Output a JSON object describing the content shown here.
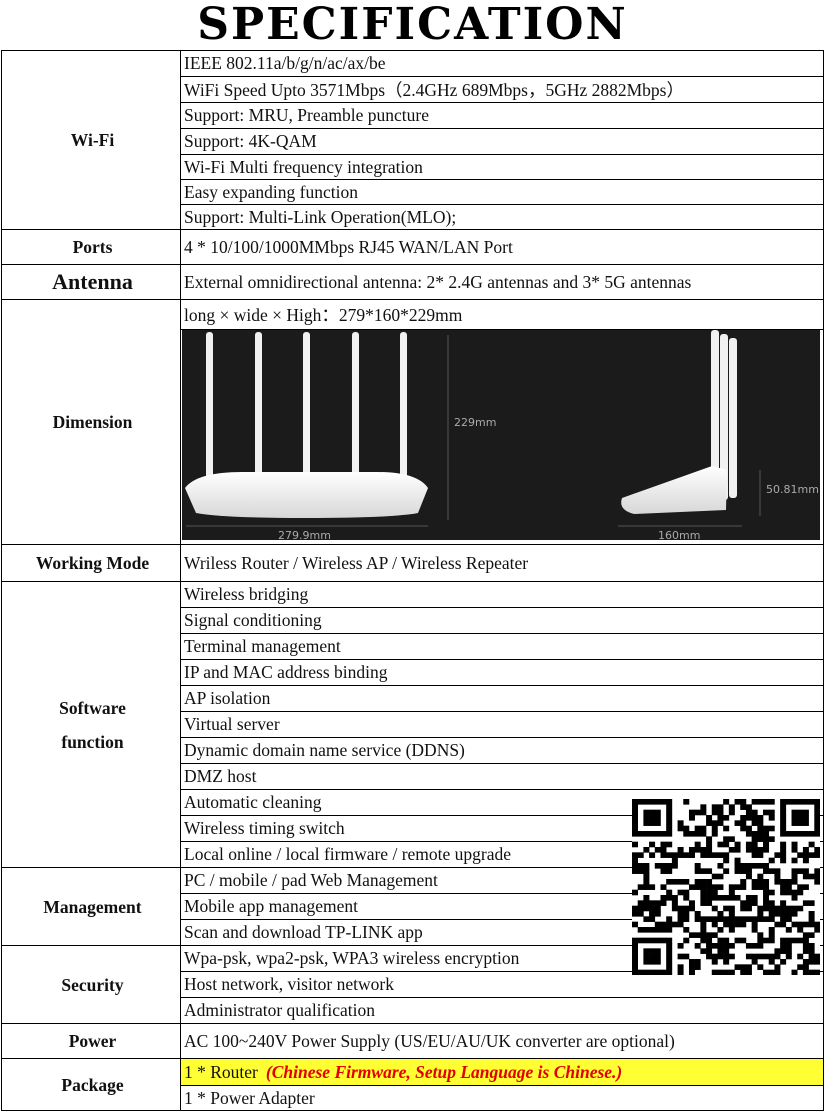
{
  "title": "SPECIFICATION",
  "wifi": {
    "label": "Wi-Fi",
    "items": [
      "IEEE 802.11a/b/g/n/ac/ax/be",
      "WiFi Speed Upto 3571Mbps（2.4GHz 689Mbps，5GHz 2882Mbps）",
      "Support: MRU, Preamble puncture",
      "Support: 4K-QAM",
      "Wi-Fi Multi frequency integration",
      "Easy expanding function",
      "Support: Multi-Link Operation(MLO);"
    ]
  },
  "ports": {
    "label": "Ports",
    "value": "4 * 10/100/1000MMbps RJ45 WAN/LAN Port"
  },
  "antenna": {
    "label": "Antenna",
    "value": "External omnidirectional antenna: 2* 2.4G antennas and 3* 5G antennas"
  },
  "dimension": {
    "label": "Dimension",
    "value": "long × wide × High：279*160*229mm",
    "photo_labels": {
      "height": "229mm",
      "width": "279.9mm",
      "depth": "160mm",
      "side_height": "50.81mm"
    }
  },
  "working_mode": {
    "label": "Working Mode",
    "value": "Wriless Router / Wireless AP / Wireless Repeater"
  },
  "software": {
    "label_line1": "Software",
    "label_line2": "function",
    "items": [
      "Wireless bridging",
      "Signal conditioning",
      "Terminal management",
      "IP and MAC address binding",
      "AP isolation",
      "Virtual server",
      "Dynamic domain name service (DDNS)",
      "DMZ host",
      "Automatic cleaning",
      "Wireless timing switch",
      "Local online / local firmware / remote upgrade"
    ]
  },
  "management": {
    "label": "Management",
    "items": [
      "PC / mobile / pad Web Management",
      "Mobile app management",
      "Scan and download TP-LINK app"
    ]
  },
  "security": {
    "label": "Security",
    "items": [
      "Wpa-psk, wpa2-psk, WPA3 wireless encryption",
      "Host network, visitor network",
      "Administrator qualification"
    ]
  },
  "power": {
    "label": "Power",
    "value": "AC 100~240V Power Supply (US/EU/AU/UK converter are optional)"
  },
  "package": {
    "label": "Package",
    "item1": "1 * Router",
    "item1_note": "(Chinese Firmware, Setup Language is Chinese.)",
    "item2": "1 * Power Adapter",
    "highlight_color": "#ffff33",
    "note_color": "#e00000"
  }
}
